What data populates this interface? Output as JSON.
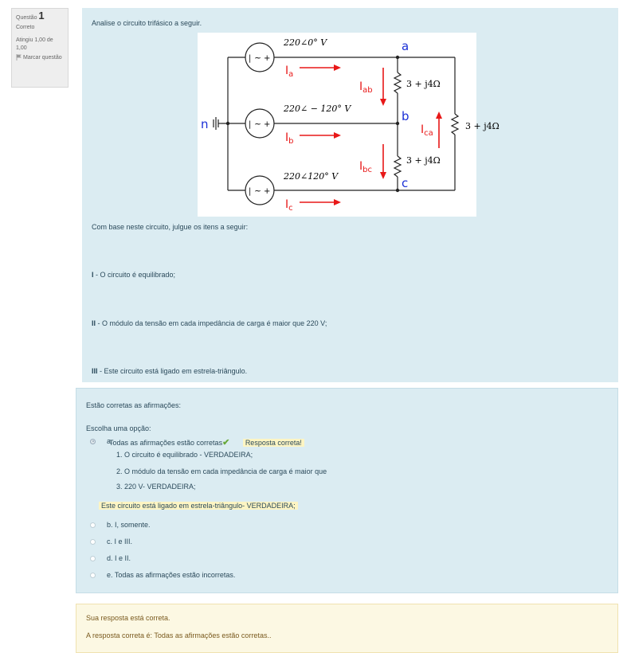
{
  "info": {
    "question_label": "Questão",
    "question_number": "1",
    "state": "Correto",
    "grade": "Atingiu 1,00 de 1,00",
    "flag_label": "Marcar questão"
  },
  "question": {
    "intro": "Analise o circuito trifásico a seguir.",
    "prompt": "Com base neste circuito, julgue os itens a seguir:",
    "items": [
      {
        "numeral": "I",
        "text": " - O circuito é equilibrado;"
      },
      {
        "numeral": "II",
        "text": " - O módulo da tensão em cada impedância de carga é maior que 220 V;"
      },
      {
        "numeral": "III",
        "text": " - Este circuito está ligado em estrela-triângulo."
      }
    ]
  },
  "circuit": {
    "sources": [
      "220∠0° V",
      "220∠ − 120° V",
      "220∠120° V"
    ],
    "nodes": {
      "a": "a",
      "b": "b",
      "c": "c",
      "n": "n"
    },
    "currents": {
      "ia": "I",
      "ia_sub": "a",
      "ib": "I",
      "ib_sub": "b",
      "ic": "I",
      "ic_sub": "c",
      "iab": "I",
      "iab_sub": "ab",
      "ibc": "I",
      "ibc_sub": "bc",
      "ica": "I",
      "ica_sub": "ca"
    },
    "impedances": [
      "3 + j4Ω",
      "3 + j4Ω",
      "3 + j4Ω"
    ],
    "colors": {
      "current": "#e81818",
      "node": "#1a2fd6"
    }
  },
  "answer": {
    "statement": "Estão corretas as afirmações:",
    "choose_label": "Escolha uma opção:",
    "option_a": {
      "letter": "a.",
      "text": "Todas as afirmações estão corretas",
      "feedback": "Resposta correta!",
      "details": [
        "1. O circuito é equilibrado - VERDADEIRA;",
        "2. O módulo da tensão em cada impedância de carga é maior que",
        "3. 220 V- VERDADEIRA;"
      ],
      "extra": "Este circuito está ligado em estrela-triângulo- VERDADEIRA;"
    },
    "options": [
      {
        "letter": "b.",
        "text": "I, somente."
      },
      {
        "letter": "c.",
        "text": "I e III."
      },
      {
        "letter": "d.",
        "text": "I e II."
      },
      {
        "letter": "e.",
        "text": "Todas as afirmações estão incorretas."
      }
    ]
  },
  "feedback": {
    "result": "Sua resposta está correta.",
    "correct_answer": "A resposta correta é: Todas as afirmações estão corretas.."
  }
}
